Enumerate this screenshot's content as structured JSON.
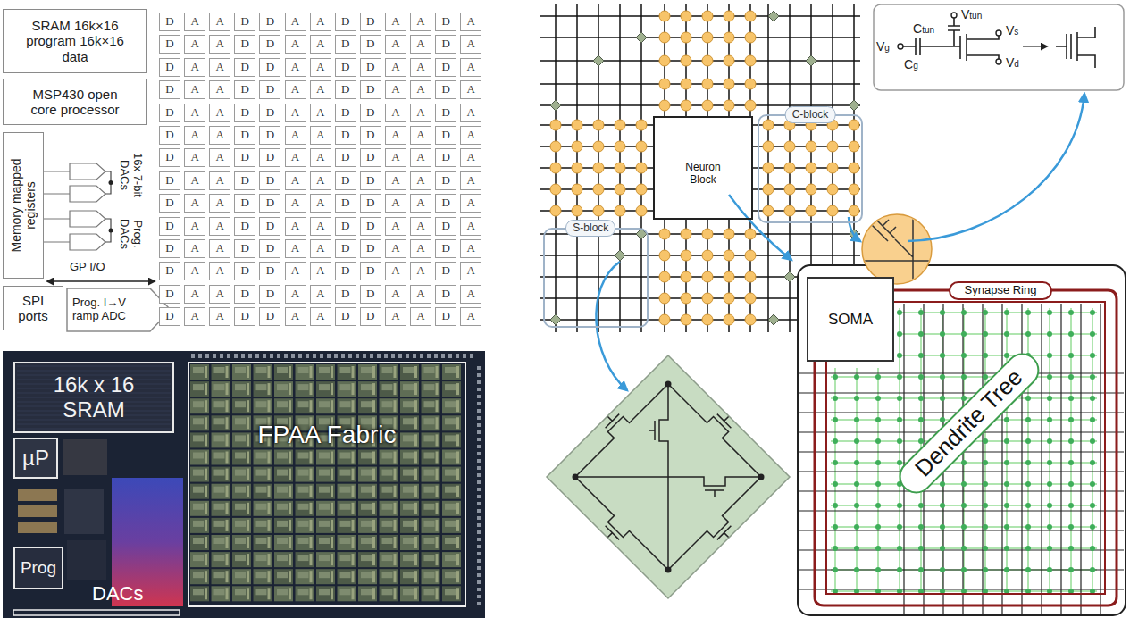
{
  "diagram": {
    "nodes": [
      {
        "text": [
          "SRAM 16k×16 program 16k×16 data"
        ]
      },
      {
        "text": [
          "MSP430 open core processor"
        ]
      },
      {
        "text": [
          "Memory mapped registers"
        ]
      },
      {
        "text": [
          "SPI ports"
        ]
      },
      {
        "text": [
          "Prog. I→V ramp ADC"
        ]
      },
      {
        "text": [
          "D"
        ]
      },
      {
        "text": [
          "A"
        ]
      },
      {
        "text": [
          "A"
        ]
      },
      {
        "text": [
          "D"
        ]
      },
      {
        "text": [
          "D"
        ]
      },
      {
        "text": [
          "A"
        ]
      },
      {
        "text": [
          "A"
        ]
      },
      {
        "text": [
          "D"
        ]
      },
      {
        "text": [
          "D"
        ]
      },
      {
        "text": [
          "A"
        ]
      },
      {
        "text": [
          "A"
        ]
      },
      {
        "text": [
          "D"
        ]
      },
      {
        "text": [
          "A"
        ]
      },
      {
        "text": [
          "D"
        ]
      },
      {
        "text": [
          "A"
        ]
      },
      {
        "text": [
          "A"
        ]
      },
      {
        "text": [
          "D"
        ]
      },
      {
        "text": [
          "D"
        ]
      },
      {
        "text": [
          "A"
        ]
      },
      {
        "text": [
          "A"
        ]
      },
      {
        "text": [
          "D"
        ]
      },
      {
        "text": [
          "D"
        ]
      },
      {
        "text": [
          "A"
        ]
      },
      {
        "text": [
          "A"
        ]
      },
      {
        "text": [
          "D"
        ]
      },
      {
        "text": [
          "A"
        ]
      },
      {
        "text": [
          "D"
        ]
      },
      {
        "text": [
          "A"
        ]
      },
      {
        "text": [
          "A"
        ]
      },
      {
        "text": [
          "D"
        ]
      },
      {
        "text": [
          "D"
        ]
      },
      {
        "text": [
          "A"
        ]
      },
      {
        "text": [
          "A"
        ]
      },
      {
        "text": [
          "D"
        ]
      },
      {
        "text": [
          "D"
        ]
      },
      {
        "text": [
          "A"
        ]
      },
      {
        "text": [
          "A"
        ]
      },
      {
        "text": [
          "D"
        ]
      },
      {
        "text": [
          "A"
        ]
      },
      {
        "text": [
          "D"
        ]
      },
      {
        "text": [
          "A"
        ]
      },
      {
        "text": [
          "A"
        ]
      },
      {
        "text": [
          "D"
        ]
      },
      {
        "text": [
          "D"
        ]
      },
      {
        "text": [
          "A"
        ]
      },
      {
        "text": [
          "A"
        ]
      },
      {
        "text": [
          "D"
        ]
      },
      {
        "text": [
          "D"
        ]
      },
      {
        "text": [
          "A"
        ]
      },
      {
        "text": [
          "A"
        ]
      },
      {
        "text": [
          "D"
        ]
      },
      {
        "text": [
          "A"
        ]
      },
      {
        "text": [
          "D"
        ]
      },
      {
        "text": [
          "A"
        ]
      },
      {
        "text": [
          "A"
        ]
      },
      {
        "text": [
          "D"
        ]
      },
      {
        "text": [
          "D"
        ]
      },
      {
        "text": [
          "A"
        ]
      },
      {
        "text": [
          "A"
        ]
      },
      {
        "text": [
          "D"
        ]
      },
      {
        "text": [
          "D"
        ]
      },
      {
        "text": [
          "A"
        ]
      },
      {
        "text": [
          "A"
        ]
      },
      {
        "text": [
          "D"
        ]
      },
      {
        "text": [
          "A"
        ]
      },
      {
        "text": [
          "D"
        ]
      },
      {
        "text": [
          "A"
        ]
      },
      {
        "text": [
          "A"
        ]
      },
      {
        "text": [
          "D"
        ]
      },
      {
        "text": [
          "D"
        ]
      },
      {
        "text": [
          "A"
        ]
      },
      {
        "text": [
          "A"
        ]
      },
      {
        "text": [
          "D"
        ]
      },
      {
        "text": [
          "D"
        ]
      },
      {
        "text": [
          "A"
        ]
      },
      {
        "text": [
          "A"
        ]
      },
      {
        "text": [
          "D"
        ]
      },
      {
        "text": [
          "A"
        ]
      },
      {
        "text": [
          "D"
        ]
      },
      {
        "text": [
          "A"
        ]
      },
      {
        "text": [
          "A"
        ]
      },
      {
        "text": [
          "D"
        ]
      },
      {
        "text": [
          "D"
        ]
      },
      {
        "text": [
          "A"
        ]
      },
      {
        "text": [
          "A"
        ]
      },
      {
        "text": [
          "D"
        ]
      },
      {
        "text": [
          "D"
        ]
      },
      {
        "text": [
          "A"
        ]
      },
      {
        "text": [
          "A"
        ]
      },
      {
        "text": [
          "D"
        ]
      },
      {
        "text": [
          "A"
        ]
      },
      {
        "text": [
          "D"
        ]
      },
      {
        "text": [
          "A"
        ]
      },
      {
        "text": [
          "A"
        ]
      },
      {
        "text": [
          "D"
        ]
      },
      {
        "text": [
          "D"
        ]
      },
      {
        "text": [
          "A"
        ]
      },
      {
        "text": [
          "A"
        ]
      },
      {
        "text": [
          "D"
        ]
      },
      {
        "text": [
          "D"
        ]
      },
      {
        "text": [
          "A"
        ]
      },
      {
        "text": [
          "A"
        ]
      },
      {
        "text": [
          "D"
        ]
      },
      {
        "text": [
          "A"
        ]
      },
      {
        "text": [
          "D"
        ]
      },
      {
        "text": [
          "A"
        ]
      },
      {
        "text": [
          "A"
        ]
      },
      {
        "text": [
          "D"
        ]
      },
      {
        "text": [
          "D"
        ]
      },
      {
        "text": [
          "A"
        ]
      },
      {
        "text": [
          "A"
        ]
      },
      {
        "text": [
          "D"
        ]
      },
      {
        "text": [
          "D"
        ]
      },
      {
        "text": [
          "A"
        ]
      },
      {
        "text": [
          "A"
        ]
      },
      {
        "text": [
          "D"
        ]
      },
      {
        "text": [
          "A"
        ]
      },
      {
        "text": [
          "D"
        ]
      },
      {
        "text": [
          "A"
        ]
      },
      {
        "text": [
          "A"
        ]
      },
      {
        "text": [
          "D"
        ]
      },
      {
        "text": [
          "D"
        ]
      },
      {
        "text": [
          "A"
        ]
      },
      {
        "text": [
          "A"
        ]
      },
      {
        "text": [
          "D"
        ]
      },
      {
        "text": [
          "D"
        ]
      },
      {
        "text": [
          "A"
        ]
      },
      {
        "text": [
          "A"
        ]
      },
      {
        "text": [
          "D"
        ]
      },
      {
        "text": [
          "A"
        ]
      },
      {
        "text": [
          "D"
        ]
      },
      {
        "text": [
          "A"
        ]
      },
      {
        "text": [
          "A"
        ]
      },
      {
        "text": [
          "D"
        ]
      },
      {
        "text": [
          "D"
        ]
      },
      {
        "text": [
          "A"
        ]
      },
      {
        "text": [
          "A"
        ]
      },
      {
        "text": [
          "D"
        ]
      },
      {
        "text": [
          "D"
        ]
      },
      {
        "text": [
          "A"
        ]
      },
      {
        "text": [
          "A"
        ]
      },
      {
        "text": [
          "D"
        ]
      },
      {
        "text": [
          "A"
        ]
      },
      {
        "text": [
          "D"
        ]
      },
      {
        "text": [
          "A"
        ]
      },
      {
        "text": [
          "A"
        ]
      },
      {
        "text": [
          "D"
        ]
      },
      {
        "text": [
          "D"
        ]
      },
      {
        "text": [
          "A"
        ]
      },
      {
        "text": [
          "A"
        ]
      },
      {
        "text": [
          "D"
        ]
      },
      {
        "text": [
          "D"
        ]
      },
      {
        "text": [
          "A"
        ]
      },
      {
        "text": [
          "A"
        ]
      },
      {
        "text": [
          "D"
        ]
      },
      {
        "text": [
          "A"
        ]
      },
      {
        "text": [
          "D"
        ]
      },
      {
        "text": [
          "A"
        ]
      },
      {
        "text": [
          "A"
        ]
      },
      {
        "text": [
          "D"
        ]
      },
      {
        "text": [
          "D"
        ]
      },
      {
        "text": [
          "A"
        ]
      },
      {
        "text": [
          "A"
        ]
      },
      {
        "text": [
          "D"
        ]
      },
      {
        "text": [
          "D"
        ]
      },
      {
        "text": [
          "A"
        ]
      },
      {
        "text": [
          "A"
        ]
      },
      {
        "text": [
          "D"
        ]
      },
      {
        "text": [
          "A"
        ]
      },
      {
        "text": [
          "D"
        ]
      },
      {
        "text": [
          "A"
        ]
      },
      {
        "text": [
          "A"
        ]
      },
      {
        "text": [
          "D"
        ]
      },
      {
        "text": [
          "D"
        ]
      },
      {
        "text": [
          "A"
        ]
      },
      {
        "text": [
          "A"
        ]
      },
      {
        "text": [
          "D"
        ]
      },
      {
        "text": [
          "D"
        ]
      },
      {
        "text": [
          "A"
        ]
      },
      {
        "text": [
          "A"
        ]
      },
      {
        "text": [
          "D"
        ]
      },
      {
        "text": [
          "A"
        ]
      },
      {
        "text": [
          "16k x 16 SRAM"
        ]
      },
      {
        "text": [
          "µP"
        ]
      },
      {
        "text": [
          "Prog"
        ]
      },
      {
        "text": [
          "DACs"
        ]
      },
      {
        "text": [
          "FPAA Fabric"
        ]
      },
      {
        "text": [
          "Neuron Block"
        ]
      },
      {
        "text": [
          "C-block"
        ]
      },
      {
        "text": [
          "S-block"
        ]
      },
      {
        "text": [
          "SOMA"
        ]
      },
      {
        "text": [
          "Synapse Ring"
        ]
      },
      {
        "text": [
          "Dendrite Tree"
        ]
      }
    ],
    "labels": [
      "16x 7-bit DACs",
      "Prog. DACs",
      "GP I/O",
      "Vtun",
      "Ctun",
      "Vs",
      "Vg",
      "Cg",
      "Vd"
    ]
  }
}
